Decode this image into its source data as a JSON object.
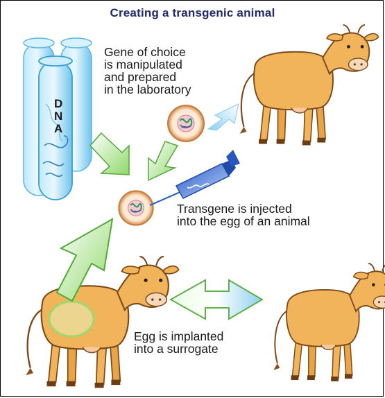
{
  "title": "Creating a transgenic animal",
  "tube_letters": [
    "D",
    "N",
    "A"
  ],
  "captions": {
    "gene_of_choice": "Gene of choice\nis manipulated\nand prepared\nin the laboratory",
    "transgene_injected": "Transgene is injected\ninto the egg of an animal",
    "egg_implanted": "Egg is implanted\ninto a surrogate"
  },
  "colors": {
    "cow_body": "#f2b45a",
    "cow_outline": "#7a4a1a",
    "arrow_green": "#6cc04a",
    "tube_blue": "#7fcdf0",
    "syringe_blue": "#2f62c8"
  }
}
